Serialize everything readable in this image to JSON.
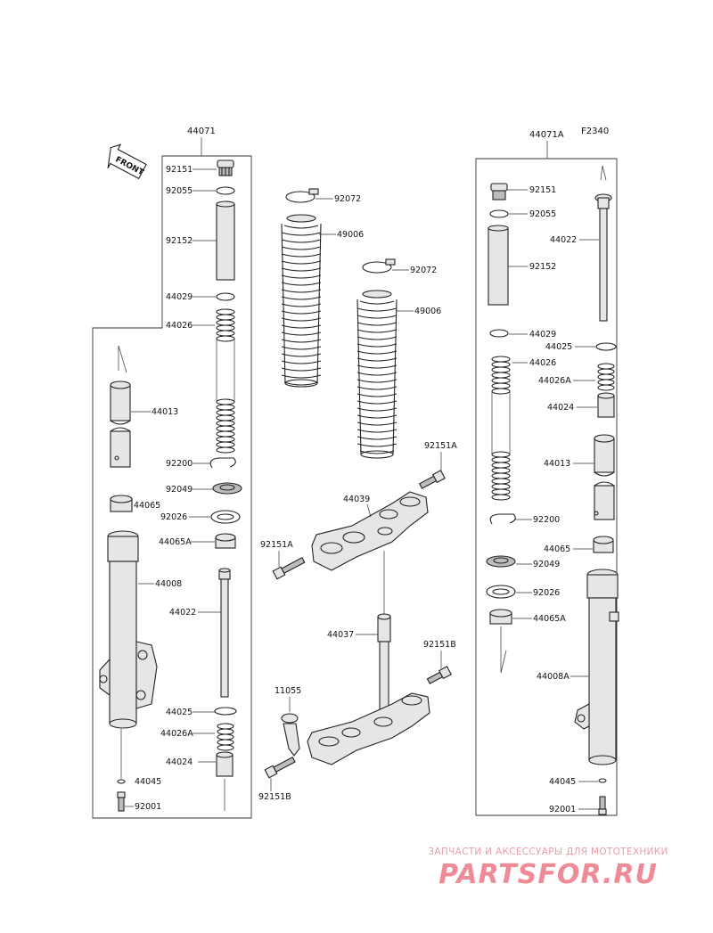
{
  "diagram": {
    "figure_code": "F2340",
    "front_label": "FRONT",
    "left_assembly": {
      "assembly_no": "44071",
      "parts": [
        "92151",
        "92055",
        "92152",
        "44029",
        "44026",
        "44013",
        "92200",
        "92049",
        "44065",
        "92026",
        "44065A",
        "44008",
        "44022",
        "44025",
        "44026A",
        "44024",
        "44045",
        "92001"
      ]
    },
    "center": {
      "parts": [
        "92072",
        "49006",
        "92072",
        "49006",
        "92151A",
        "44039",
        "92151A",
        "44037",
        "92151B",
        "11055",
        "92151B"
      ]
    },
    "right_assembly": {
      "assembly_no": "44071A",
      "parts": [
        "92151",
        "92055",
        "44022",
        "92152",
        "44029",
        "44025",
        "44026",
        "44026A",
        "44024",
        "44013",
        "92200",
        "44065",
        "92049",
        "92026",
        "44065A",
        "44008A",
        "44045",
        "92001"
      ]
    }
  },
  "watermark": {
    "subtitle": "ЗАПЧАСТИ И АКСЕССУАРЫ ДЛЯ МОТОТЕХНИКИ",
    "brand": "PARTSFOR.RU"
  }
}
